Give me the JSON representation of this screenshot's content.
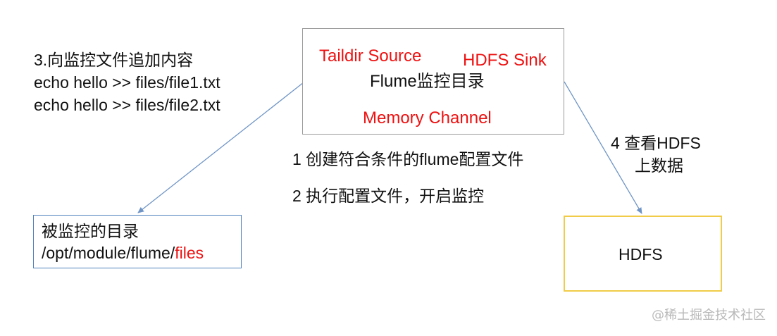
{
  "flume": {
    "source_label": "Taildir Source",
    "sink_label": "HDFS Sink",
    "title": "Flume监控目录",
    "channel_label": "Memory Channel"
  },
  "step3": {
    "line1": "3.向监控文件追加内容",
    "line2": "echo hello >> files/file1.txt",
    "line3": "echo hello >> files/file2.txt"
  },
  "step1": "1 创建符合条件的flume配置文件",
  "step2": "2 执行配置文件，开启监控",
  "step4": {
    "line1": "4 查看HDFS",
    "line2": "上数据"
  },
  "monitored_dir": {
    "title": "被监控的目录",
    "path_prefix": "/opt/module/flume/",
    "path_highlight": "files"
  },
  "hdfs": {
    "label": "HDFS"
  },
  "watermark": "@稀土掘金技术社区",
  "colors": {
    "highlight": "#ee1111",
    "arrow": "#6f95c6",
    "flume_border": "#9a9a9a",
    "dir_border": "#4f81bd",
    "hdfs_border": "#f0cc48"
  }
}
